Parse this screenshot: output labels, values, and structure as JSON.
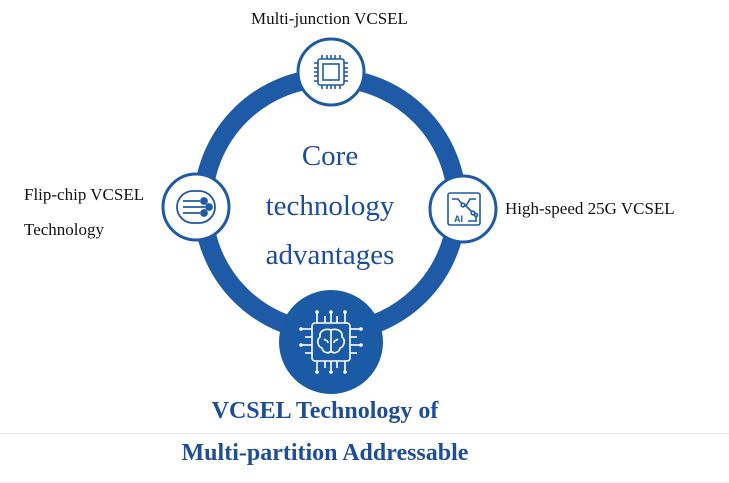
{
  "center": {
    "line1": "Core",
    "line2": "technology",
    "line3": "advantages"
  },
  "nodes": {
    "top": {
      "label": "Multi-junction VCSEL",
      "icon": "chip-icon"
    },
    "right": {
      "label": "High-speed 25G VCSEL",
      "icon": "ai-circuit-icon"
    },
    "left": {
      "line1": "Flip-chip VCSEL",
      "line2": "Technology",
      "icon": "flip-chip-icon"
    },
    "bottom": {
      "icon": "brain-chip-icon"
    }
  },
  "title": {
    "line1": "VCSEL Technology of",
    "line2": "Multi-partition Addressable"
  },
  "colors": {
    "ring": "#1f5aa6",
    "text_blue": "#1f4e99",
    "icon_fill": "#1b5ba5"
  }
}
